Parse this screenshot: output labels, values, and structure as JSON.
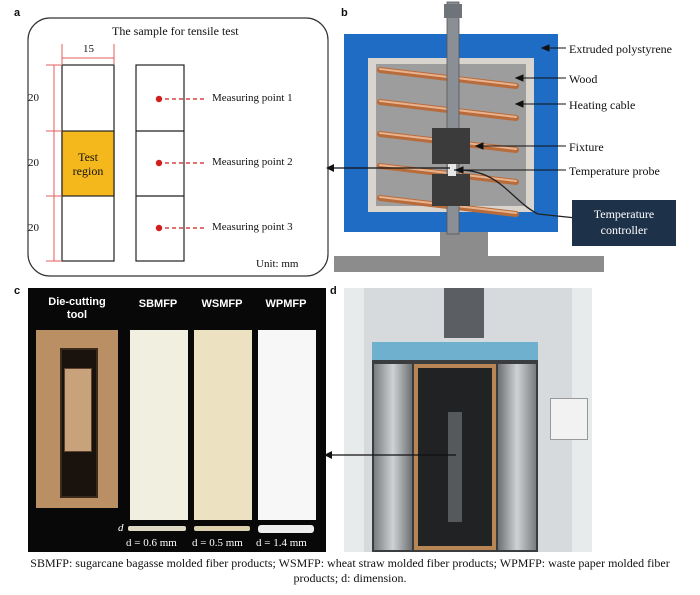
{
  "panel_a": {
    "letter": "a",
    "title": "The sample for tensile test",
    "width_dim": "15",
    "seg_dims": [
      "20",
      "20",
      "20"
    ],
    "test_region": "Test region",
    "measuring_points": [
      "Measuring point 1",
      "Measuring point 2",
      "Measuring point 3"
    ],
    "unit": "Unit: mm",
    "colors": {
      "test_region": "#f5b81c",
      "dim_lines": "#e35c5c",
      "points": "#d11f1f"
    }
  },
  "panel_b": {
    "letter": "b",
    "labels": [
      "Extruded polystyrene",
      "Wood",
      "Heating cable",
      "Fixture",
      "Temperature probe"
    ],
    "controller": "Temperature controller",
    "colors": {
      "insulation": "#1f6cc4",
      "cable": "#c97b4d",
      "controller": "#1d3249",
      "base": "#8a8a8a"
    }
  },
  "panel_c": {
    "letter": "c",
    "samples": [
      "Die-cutting tool",
      "SBMFP",
      "WSMFP",
      "WPMFP"
    ],
    "d_marker": "d",
    "thicknesses": [
      "d = 0.6 mm",
      "d = 0.5 mm",
      "d = 1.4 mm"
    ]
  },
  "panel_d": {
    "letter": "d"
  },
  "caption": "SBMFP: sugarcane bagasse molded fiber products; WSMFP: wheat straw molded fiber products; WPMFP: waste paper molded fiber products; d: dimension."
}
